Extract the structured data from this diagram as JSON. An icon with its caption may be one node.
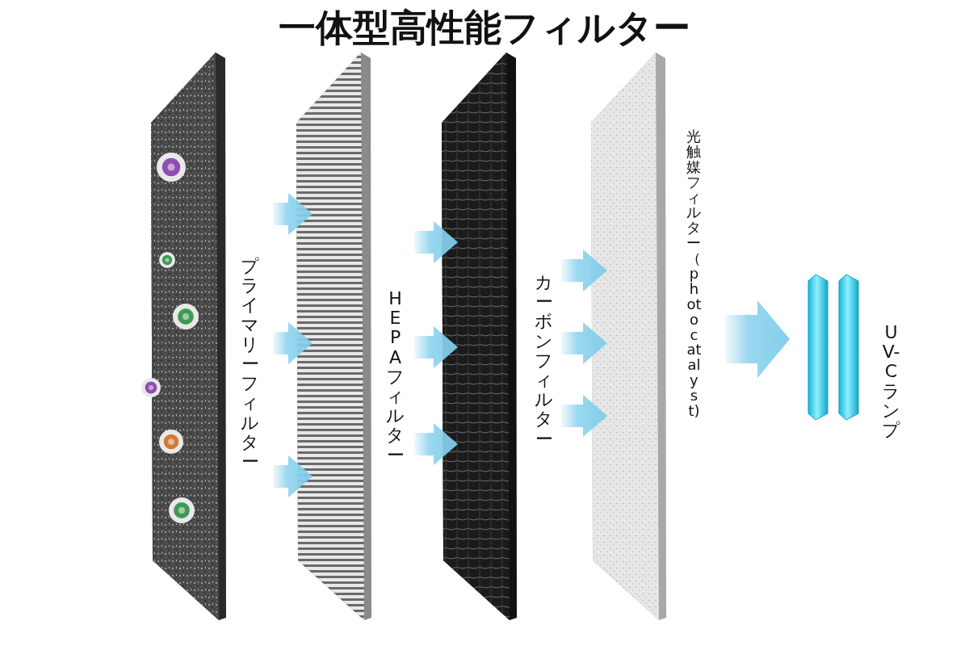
{
  "diagram": {
    "title": "一体型高性能フィルター",
    "nodes": [
      {
        "text": [
          "プライマリーフィルター"
        ]
      },
      {
        "text": [
          "HEPAフィルター"
        ]
      },
      {
        "text": [
          "カーボンフィルター"
        ]
      },
      {
        "text": [
          "光触媒フィルター（photocatalyst)"
        ]
      },
      {
        "text": [
          "UV-Cランプ"
        ]
      }
    ],
    "edges": [
      {
        "from": 0,
        "to": 1,
        "arrow": "to"
      },
      {
        "from": 0,
        "to": 1,
        "arrow": "to"
      },
      {
        "from": 0,
        "to": 1,
        "arrow": "to"
      },
      {
        "from": 1,
        "to": 2,
        "arrow": "to"
      },
      {
        "from": 1,
        "to": 2,
        "arrow": "to"
      },
      {
        "from": 1,
        "to": 2,
        "arrow": "to"
      },
      {
        "from": 2,
        "to": 3,
        "arrow": "to"
      },
      {
        "from": 2,
        "to": 3,
        "arrow": "to"
      },
      {
        "from": 2,
        "to": 3,
        "arrow": "to"
      },
      {
        "from": 3,
        "to": 4,
        "arrow": "to"
      }
    ]
  }
}
